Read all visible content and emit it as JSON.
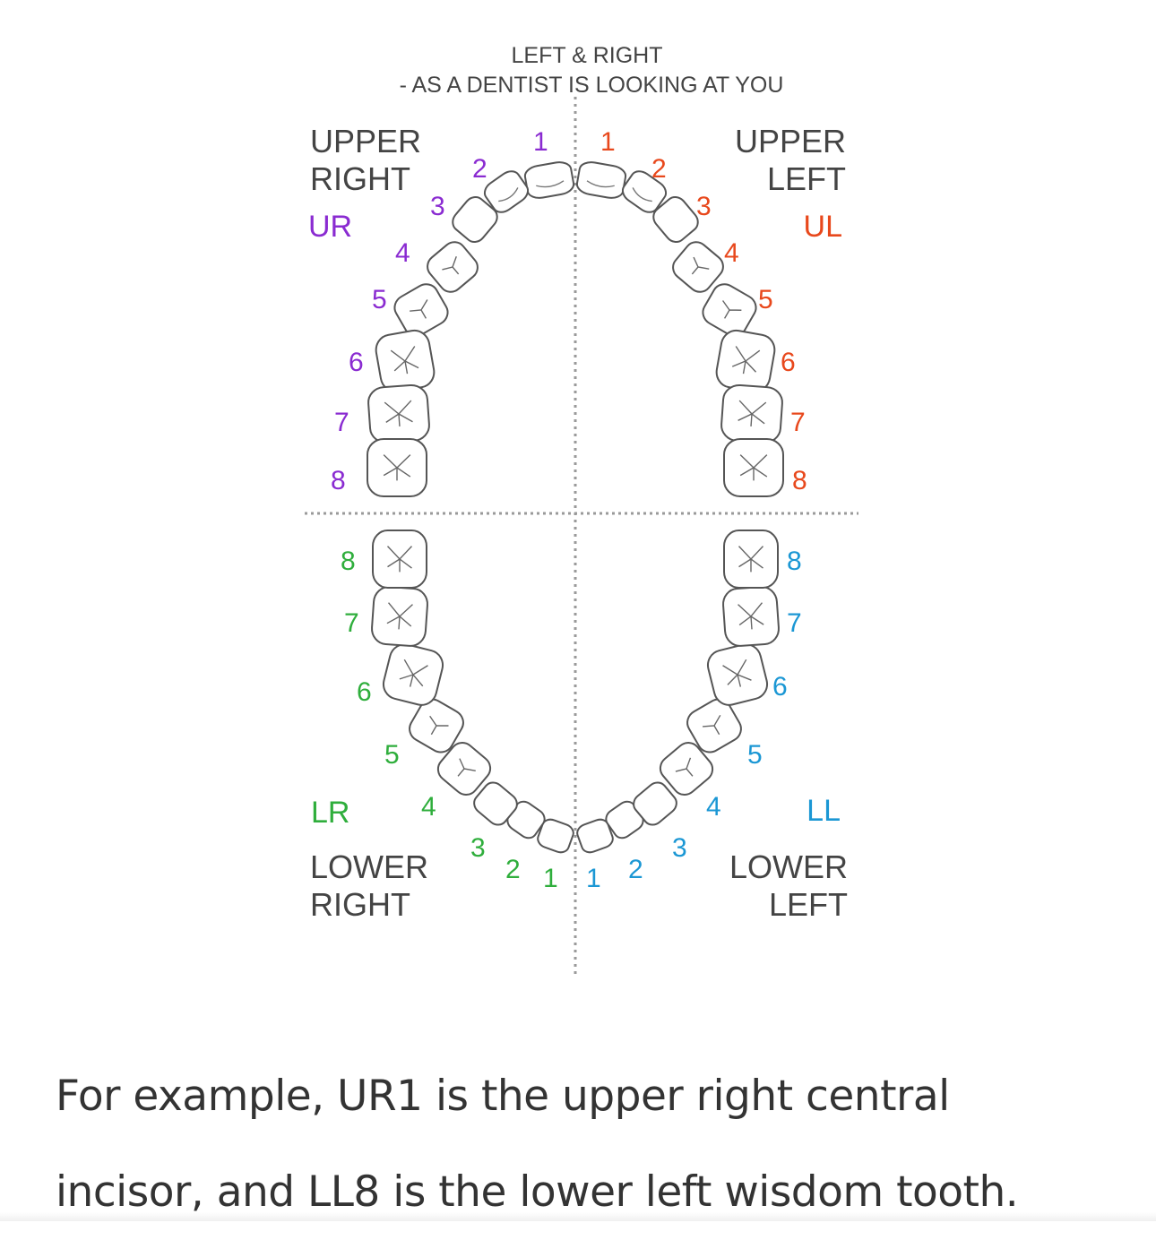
{
  "header": {
    "line1": "LEFT & RIGHT",
    "line2": "- AS A DENTIST IS LOOKING AT YOU"
  },
  "quadrants": {
    "upper_right": {
      "name_line1": "UPPER",
      "name_line2": "RIGHT",
      "code": "UR",
      "color": "#8a2bd1",
      "numbers": [
        "1",
        "2",
        "3",
        "4",
        "5",
        "6",
        "7",
        "8"
      ]
    },
    "upper_left": {
      "name_line1": "UPPER",
      "name_line2": "LEFT",
      "code": "UL",
      "color": "#e8481c",
      "numbers": [
        "1",
        "2",
        "3",
        "4",
        "5",
        "6",
        "7",
        "8"
      ]
    },
    "lower_right": {
      "name_line1": "LOWER",
      "name_line2": "RIGHT",
      "code": "LR",
      "color": "#2fae3c",
      "numbers": [
        "1",
        "2",
        "3",
        "4",
        "5",
        "6",
        "7",
        "8"
      ]
    },
    "lower_left": {
      "name_line1": "LOWER",
      "name_line2": "LEFT",
      "code": "LL",
      "color": "#1b97d4",
      "numbers": [
        "1",
        "2",
        "3",
        "4",
        "5",
        "6",
        "7",
        "8"
      ]
    }
  },
  "colors": {
    "label_gray": "#444444",
    "outline": "#555555",
    "divider": "#9a9a9a"
  },
  "caption": {
    "line1": "For example, UR1 is the upper right central",
    "line2": "incisor, and LL8 is the lower left wisdom tooth."
  }
}
